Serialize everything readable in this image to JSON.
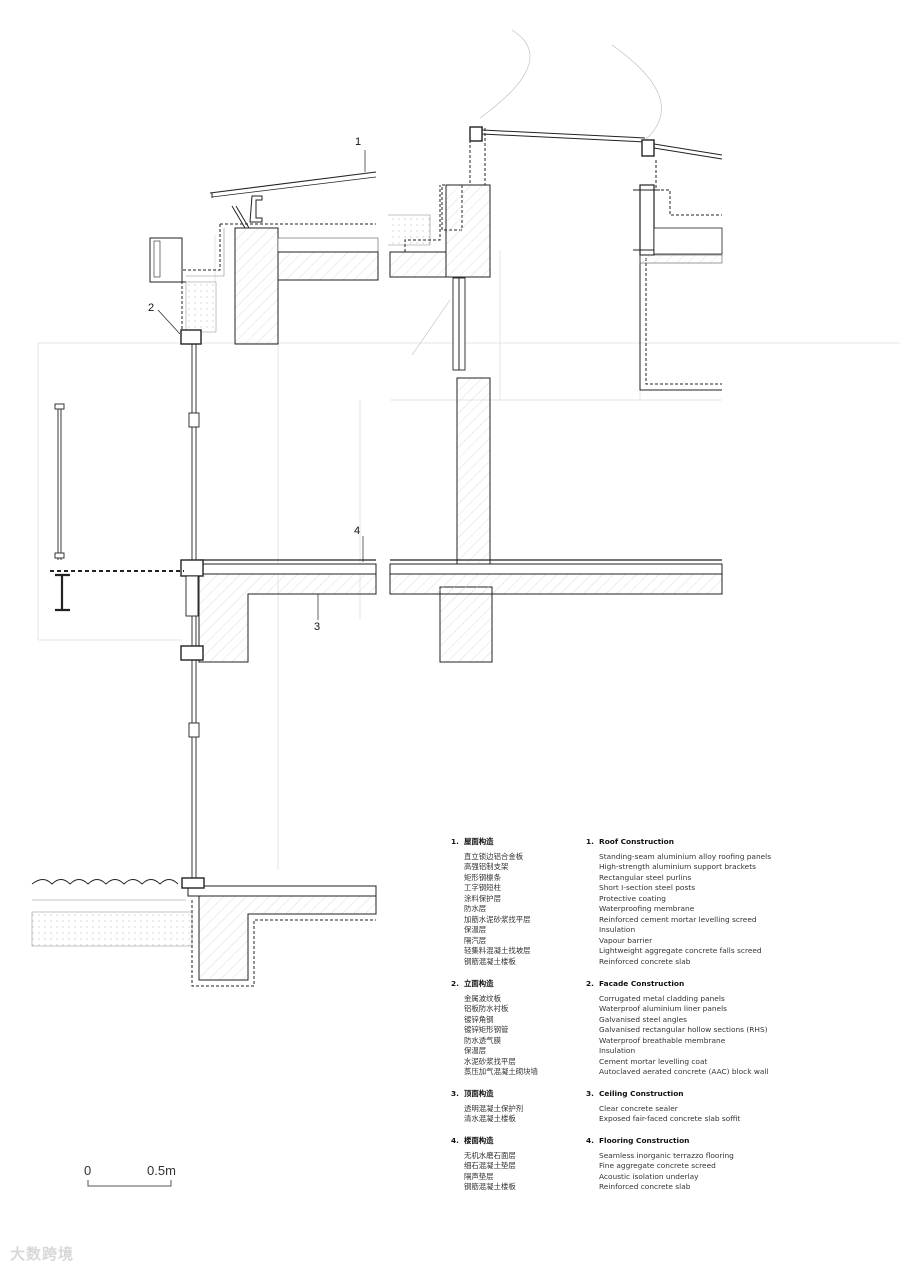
{
  "callouts": [
    "1",
    "2",
    "3",
    "4"
  ],
  "legend": [
    {
      "num": "1.",
      "cn_title": "屋面构造",
      "en_title": "Roof Construction",
      "cn_items": [
        "直立锁边铝合金板",
        "高强铝制支架",
        "矩形钢檩条",
        "工字钢短柱",
        "涂料保护层",
        "防水层",
        "加筋水泥砂浆找平层",
        "保温层",
        "隔汽层",
        "轻集料混凝土找坡层",
        "钢筋混凝土楼板"
      ],
      "en_items": [
        "Standing-seam aluminium alloy roofing panels",
        "High-strength aluminium support brackets",
        "Rectangular steel purlins",
        "Short I-section steel posts",
        "Protective coating",
        "Waterproofing membrane",
        "Reinforced cement mortar levelling screed",
        "Insulation",
        "Vapour barrier",
        "Lightweight aggregate concrete falls screed",
        "Reinforced concrete slab"
      ]
    },
    {
      "num": "2.",
      "cn_title": "立面构造",
      "en_title": "Facade Construction",
      "cn_items": [
        "金属波纹板",
        "铝板防水衬板",
        "镀锌角钢",
        "镀锌矩形钢管",
        "防水透气膜",
        "保温层",
        "水泥砂浆找平层",
        "蒸压加气混凝土砌块墙"
      ],
      "en_items": [
        "Corrugated metal cladding panels",
        "Waterproof aluminium liner panels",
        "Galvanised steel angles",
        "Galvanised rectangular hollow sections (RHS)",
        "Waterproof breathable membrane",
        "Insulation",
        "Cement mortar levelling coat",
        "Autoclaved aerated concrete (AAC) block wall"
      ]
    },
    {
      "num": "3.",
      "cn_title": "顶面构造",
      "en_title": "Ceiling Construction",
      "cn_items": [
        "透明混凝土保护剂",
        "清水混凝土楼板"
      ],
      "en_items": [
        "Clear concrete sealer",
        "Exposed fair-faced concrete slab soffit"
      ]
    },
    {
      "num": "4.",
      "cn_title": "楼面构造",
      "en_title": "Flooring Construction",
      "cn_items": [
        "无机水磨石面层",
        "细石混凝土垫层",
        "隔声垫层",
        "钢筋混凝土楼板"
      ],
      "en_items": [
        "Seamless inorganic terrazzo flooring",
        "Fine aggregate concrete screed",
        "Acoustic isolation underlay",
        "Reinforced concrete slab"
      ]
    }
  ],
  "scale": {
    "zero": "0",
    "half": "0.5m"
  },
  "watermark": "大数跨境"
}
